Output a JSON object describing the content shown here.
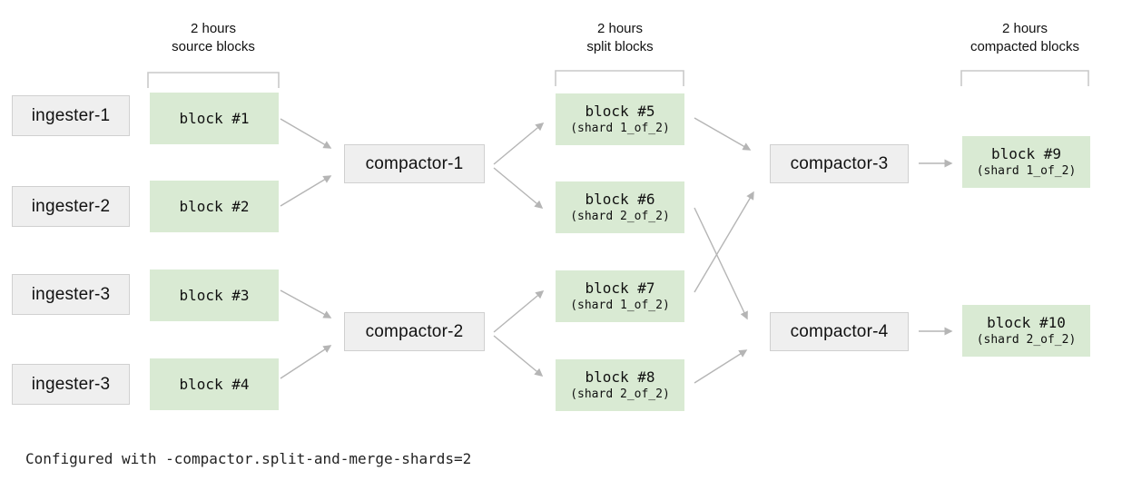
{
  "headers": [
    {
      "line1": "2 hours",
      "line2": "source blocks"
    },
    {
      "line1": "2 hours",
      "line2": "split blocks"
    },
    {
      "line1": "2 hours",
      "line2": "compacted blocks"
    }
  ],
  "ingesters": [
    "ingester-1",
    "ingester-2",
    "ingester-3",
    "ingester-3"
  ],
  "source_blocks": [
    "block #1",
    "block #2",
    "block #3",
    "block #4"
  ],
  "stage1_compactors": [
    "compactor-1",
    "compactor-2"
  ],
  "split_blocks": [
    {
      "name": "block #5",
      "shard": "(shard 1_of_2)"
    },
    {
      "name": "block #6",
      "shard": "(shard 2_of_2)"
    },
    {
      "name": "block #7",
      "shard": "(shard 1_of_2)"
    },
    {
      "name": "block #8",
      "shard": "(shard 2_of_2)"
    }
  ],
  "stage2_compactors": [
    "compactor-3",
    "compactor-4"
  ],
  "compacted_blocks": [
    {
      "name": "block #9",
      "shard": "(shard 1_of_2)"
    },
    {
      "name": "block #10",
      "shard": "(shard 2_of_2)"
    }
  ],
  "footer": {
    "config_note": "Configured with -compactor.split-and-merge-shards=2"
  },
  "colors": {
    "block_green": "#d9ead3",
    "box_gray": "#efefef",
    "box_border": "#d0d0d0",
    "arrow_gray": "#b5b5b5",
    "bracket_gray": "#c9c9c9"
  }
}
